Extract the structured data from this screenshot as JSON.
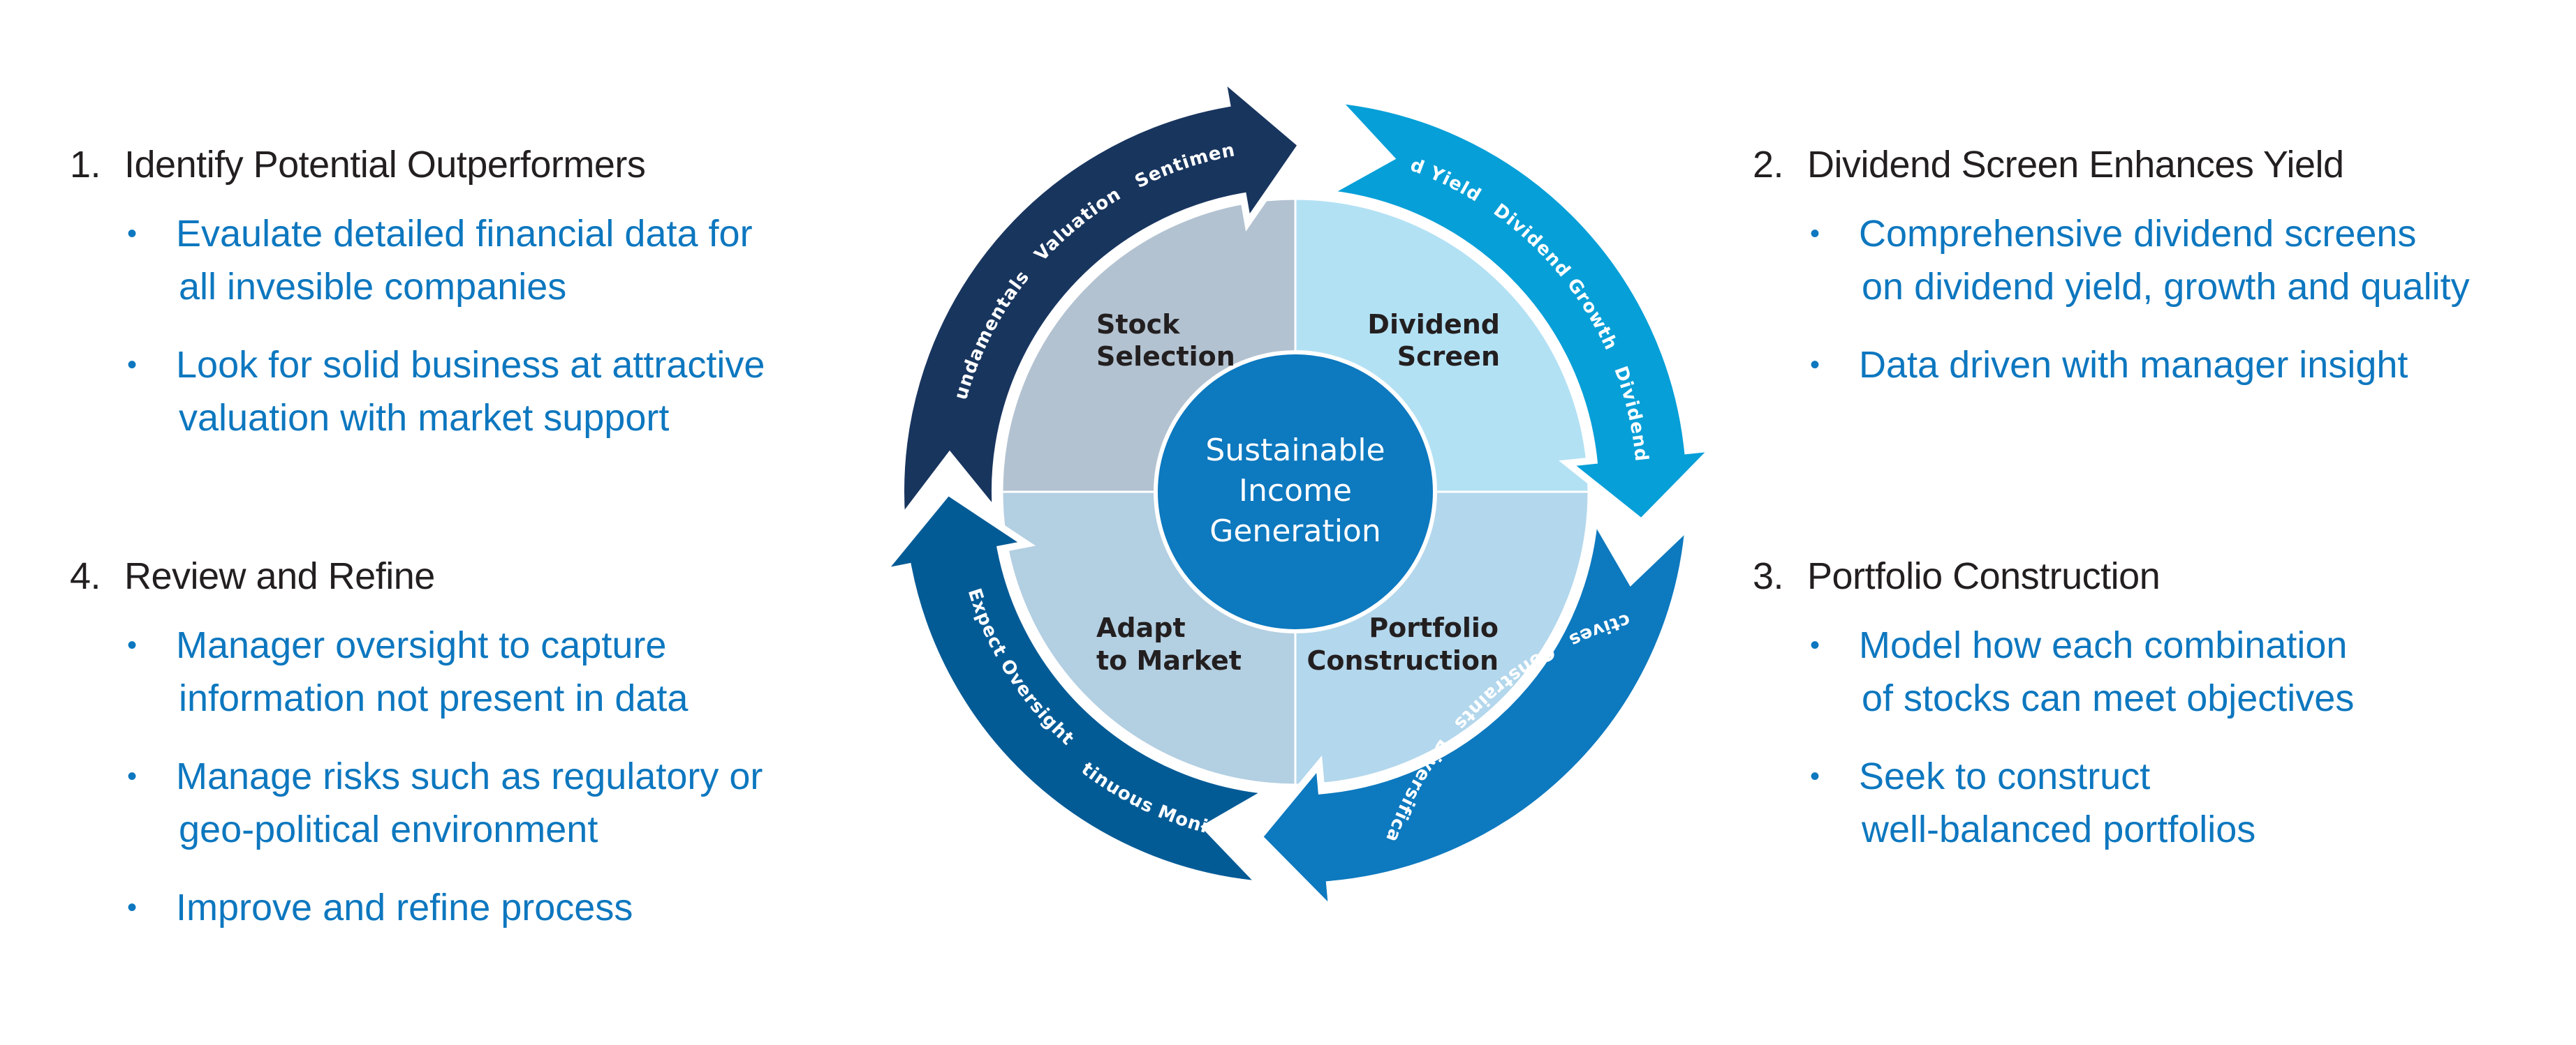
{
  "colors": {
    "heading": "#231f20",
    "bullet_text": "#0d77bf",
    "arrow_stock_selection": "#18355e",
    "arrow_dividend_screen": "#069fd8",
    "arrow_portfolio_construction": "#0d79bf",
    "arrow_adapt_to_market": "#035b96",
    "quad_stock_selection": "#b2c2d1",
    "quad_dividend_screen": "#b3e1f4",
    "quad_portfolio_construction": "#b3d7ec",
    "quad_adapt_to_market": "#b3cfe2",
    "center_circle": "#0d79bf"
  },
  "panels": [
    {
      "number": "1.",
      "title": "Identify Potential Outperformers",
      "bullets": [
        [
          "Evaulate detailed financial data for",
          "all invesible companies"
        ],
        [
          "Look for solid business at attractive",
          "valuation with market support"
        ]
      ]
    },
    {
      "number": "2.",
      "title": "Dividend Screen Enhances Yield",
      "bullets": [
        [
          "Comprehensive dividend screens",
          "on dividend yield, growth and quality"
        ],
        [
          "Data driven with manager insight"
        ]
      ]
    },
    {
      "number": "3.",
      "title": "Portfolio Construction",
      "bullets": [
        [
          "Model how each combination",
          "of stocks can meet objectives"
        ],
        [
          "Seek to construct",
          "well-balanced portfolios"
        ]
      ]
    },
    {
      "number": "4.",
      "title": "Review and Refine",
      "bullets": [
        [
          "Manager oversight to capture",
          "information not present in data"
        ],
        [
          "Manage risks such as regulatory or",
          "geo-political environment"
        ],
        [
          "Improve and refine process"
        ]
      ]
    }
  ],
  "wheel": {
    "center": [
      "Sustainable",
      "Income",
      "Generation"
    ],
    "quadrants": [
      {
        "id": "stock-selection",
        "lines": [
          "Stock",
          "Selection"
        ]
      },
      {
        "id": "dividend-screen",
        "lines": [
          "Dividend",
          "Screen"
        ]
      },
      {
        "id": "portfolio-construction",
        "lines": [
          "Portfolio",
          "Construction"
        ]
      },
      {
        "id": "adapt-to-market",
        "lines": [
          "Adapt",
          "to Market"
        ]
      }
    ],
    "ring": [
      {
        "id": "stock-selection",
        "labels": [
          "Fundamentals",
          "Valuation",
          "Sentiment"
        ]
      },
      {
        "id": "dividend-screen",
        "labels": [
          "Dividend Yield",
          "Dividend Growth",
          "Dividend Quality"
        ]
      },
      {
        "id": "portfolio-construction",
        "labels": [
          "Objectives",
          "Constraints",
          "Diversification"
        ]
      },
      {
        "id": "adapt-to-market",
        "labels": [
          "Expect Oversight",
          "Continuous Monitoring"
        ]
      }
    ]
  }
}
